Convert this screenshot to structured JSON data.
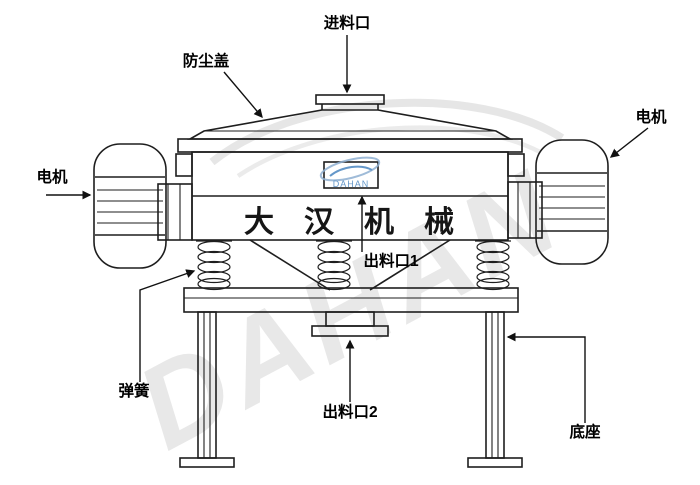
{
  "diagram": {
    "labels": {
      "feed_inlet": "进料口",
      "dust_cover": "防尘盖",
      "motor_left": "电机",
      "motor_right": "电机",
      "outlet1": "出料口1",
      "spring": "弹簧",
      "outlet2": "出料口2",
      "base": "底座"
    },
    "machine_name": "大汉机械",
    "watermark_text": "DAHAN",
    "logo_text": "DAHAN",
    "colors": {
      "line": "#1e1e1e",
      "label": "#000000",
      "watermark": "#d9d9d9",
      "logo_blue": "#4a86c0"
    }
  }
}
